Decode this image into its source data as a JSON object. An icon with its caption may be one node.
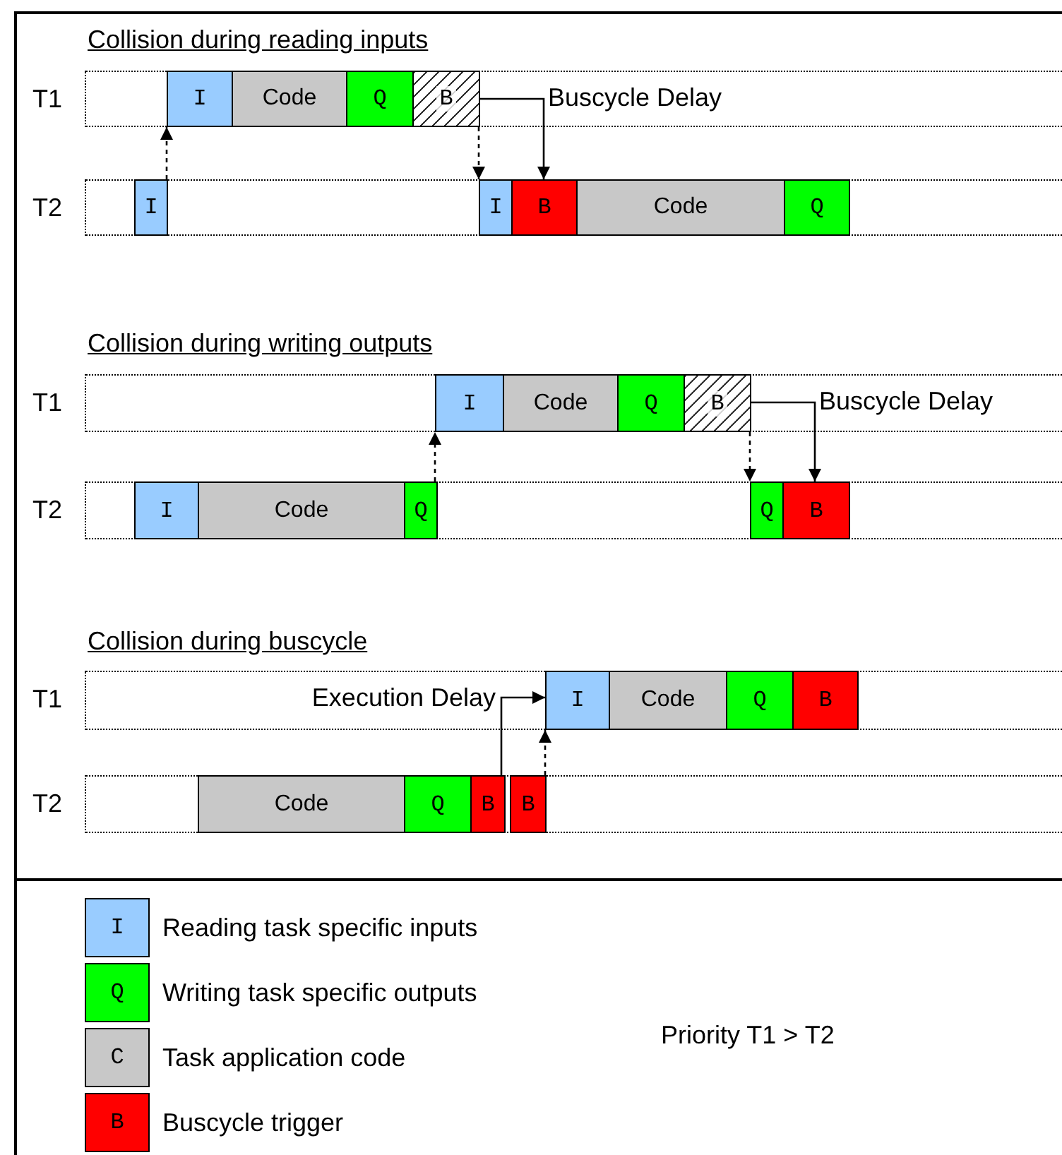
{
  "diagram": {
    "nodes": [
      {
        "text": [],
        "shape": "box",
        "beside": [
          "T1"
        ]
      },
      {
        "text": [
          "I"
        ],
        "in": 0
      },
      {
        "text": [
          "Code"
        ],
        "in": 0
      },
      {
        "text": [
          "Q"
        ],
        "in": 0
      },
      {
        "text": [
          "B"
        ],
        "in": 0
      },
      {
        "text": [],
        "shape": "box",
        "beside": [
          "T2"
        ]
      },
      {
        "text": [
          "I"
        ],
        "in": 5
      },
      {
        "text": [
          "I"
        ],
        "in": 5
      },
      {
        "text": [
          "B"
        ],
        "in": 5
      },
      {
        "text": [
          "Code"
        ],
        "in": 5
      },
      {
        "text": [
          "Q"
        ],
        "in": 5
      },
      {
        "text": [],
        "shape": "box",
        "beside": [
          "T1"
        ]
      },
      {
        "text": [
          "I"
        ],
        "in": 11
      },
      {
        "text": [
          "Code"
        ],
        "in": 11
      },
      {
        "text": [
          "Q"
        ],
        "in": 11
      },
      {
        "text": [
          "B"
        ],
        "in": 11
      },
      {
        "text": [],
        "shape": "box",
        "beside": [
          "T2"
        ]
      },
      {
        "text": [
          "I"
        ],
        "in": 16
      },
      {
        "text": [
          "Code"
        ],
        "in": 16
      },
      {
        "text": [
          "Q"
        ],
        "in": 16
      },
      {
        "text": [
          "Q"
        ],
        "in": 16
      },
      {
        "text": [
          "B"
        ],
        "in": 16
      },
      {
        "text": [],
        "shape": "box",
        "beside": [
          "T1"
        ]
      },
      {
        "text": [
          "I"
        ],
        "in": 22
      },
      {
        "text": [
          "Code"
        ],
        "in": 22
      },
      {
        "text": [
          "Q"
        ],
        "in": 22
      },
      {
        "text": [
          "B"
        ],
        "in": 22
      },
      {
        "text": [],
        "shape": "box",
        "beside": [
          "T2"
        ]
      },
      {
        "text": [
          "Code"
        ],
        "in": 27
      },
      {
        "text": [
          "Q"
        ],
        "in": 27
      },
      {
        "text": [
          "B"
        ],
        "in": 27
      },
      {
        "text": [
          "B"
        ],
        "in": 27
      }
    ],
    "edges": [
      {
        "from": 6,
        "to": 1,
        "arrow": "to",
        "style": "dashed"
      },
      {
        "from": 4,
        "to": 7,
        "arrow": "to",
        "style": "dashed"
      },
      {
        "from": 4,
        "to": 8,
        "arrow": "to",
        "label": "Buscycle Delay"
      },
      {
        "from": 19,
        "to": 12,
        "arrow": "to",
        "style": "dashed"
      },
      {
        "from": 15,
        "to": 20,
        "arrow": "to",
        "style": "dashed"
      },
      {
        "from": 15,
        "to": 21,
        "arrow": "to",
        "label": "Buscycle Delay"
      },
      {
        "from": 30,
        "to": 23,
        "arrow": "to",
        "label": "Execution Delay"
      },
      {
        "from": 31,
        "to": 23,
        "arrow": "to",
        "style": "dashed"
      }
    ],
    "labels": [
      "Collision during reading inputs",
      "Collision during writing outputs",
      "Collision during buscycle",
      "I",
      "Q",
      "C",
      "B",
      "Priority T1 > T2"
    ],
    "legend": [
      {
        "text": "Reading task specific inputs",
        "color": "#99ccff"
      },
      {
        "text": "Writing task specific outputs",
        "color": "#00ff00"
      },
      {
        "text": "Task application code",
        "color": "#c8c8c8"
      },
      {
        "text": "Buscycle trigger",
        "color": "#ff0000"
      }
    ]
  }
}
